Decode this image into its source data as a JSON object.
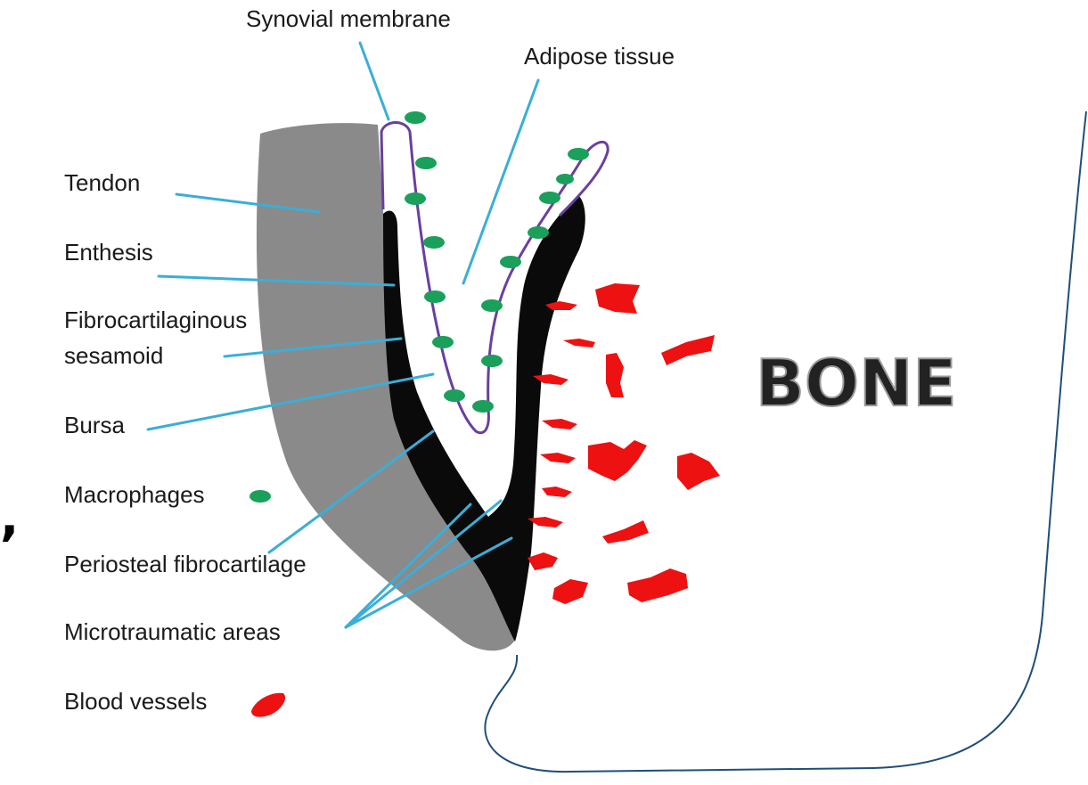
{
  "labels": {
    "synovial_membrane": "Synovial membrane",
    "adipose_tissue": "Adipose tissue",
    "tendon": "Tendon",
    "enthesis": "Enthesis",
    "fibrocartilaginous_line1": "Fibrocartilaginous",
    "fibrocartilaginous_line2": "sesamoid",
    "bursa": "Bursa",
    "macrophages": "Macrophages",
    "periosteal_fibrocartilage": "Periosteal fibrocartilage",
    "microtraumatic_areas": "Microtraumatic areas",
    "blood_vessels": "Blood vessels",
    "bone": "BONE",
    "stray_mark": ","
  },
  "colors": {
    "tendon": "#8a8a8a",
    "fibrocartilage": "#0a0a0a",
    "synovial_membrane": "#6a3fa0",
    "macrophage": "#1aa05a",
    "blood_vessel": "#ee1111",
    "leader_line": "#3aaed8",
    "bone_outline": "#1f4e79"
  }
}
